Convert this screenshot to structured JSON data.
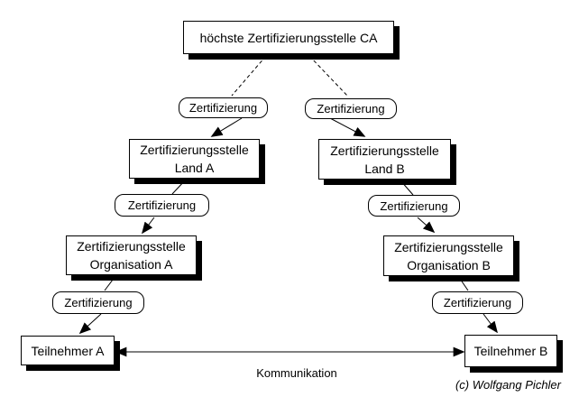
{
  "diagram": {
    "root_label": "höchste Zertifizierungsstelle CA",
    "certification_label": "Zertifizierung",
    "branch_a": {
      "land": [
        "Zertifizierungsstelle",
        "Land A"
      ],
      "organisation": [
        "Zertifizierungsstelle",
        "Organisation A"
      ],
      "participant": "Teilnehmer A"
    },
    "branch_b": {
      "land": [
        "Zertifizierungsstelle",
        "Land B"
      ],
      "organisation": [
        "Zertifizierungsstelle",
        "Organisation B"
      ],
      "participant": "Teilnehmer B"
    },
    "communication_label": "Kommunikation",
    "credit": "(c) Wolfgang Pichler"
  },
  "colors": {
    "background": "#ffffff",
    "node_fill": "#ffffff",
    "node_border": "#000000",
    "node_shadow": "#000000",
    "line": "#000000",
    "text": "#000000"
  }
}
